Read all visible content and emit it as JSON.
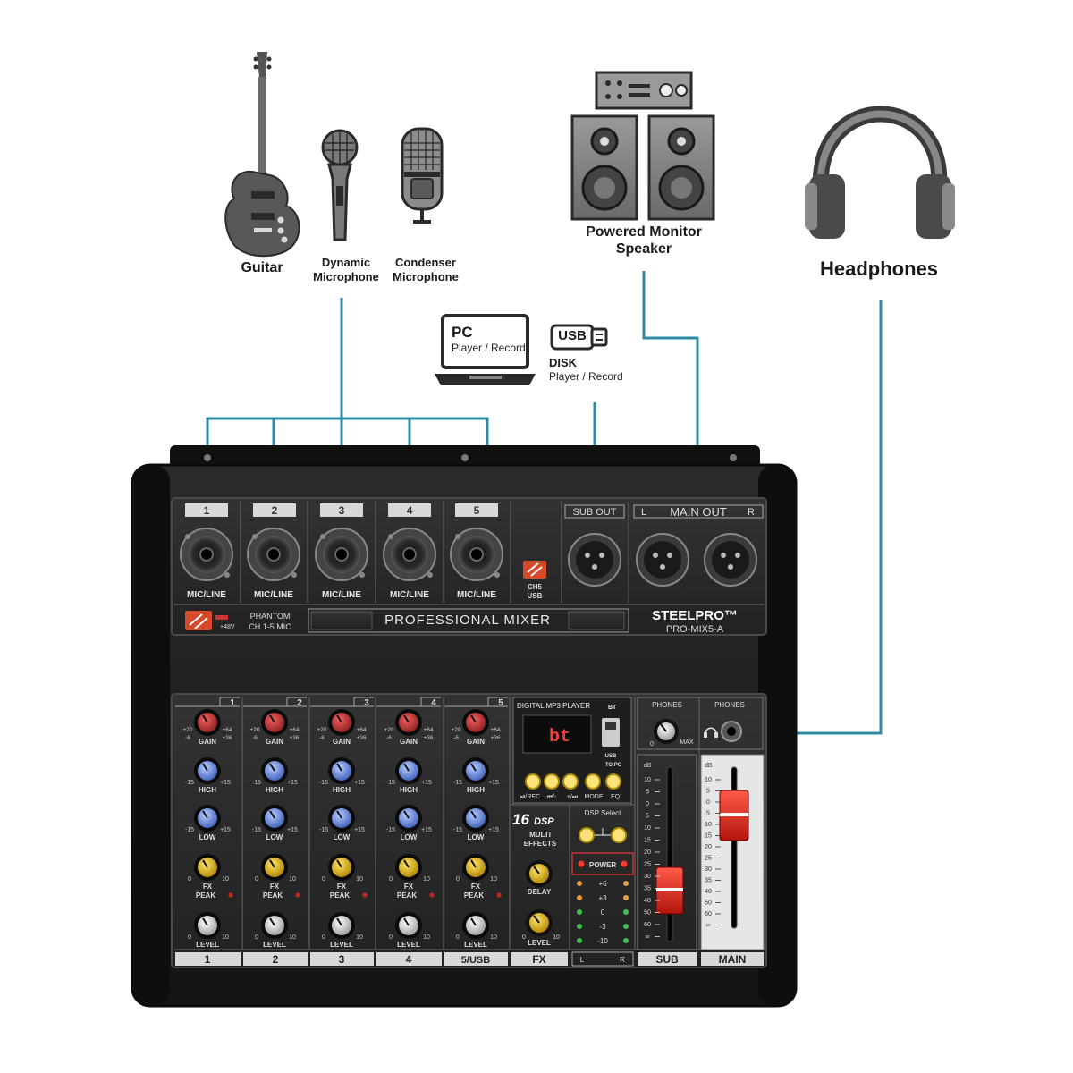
{
  "sources": {
    "guitar": "Guitar",
    "dynamic_mic": [
      "Dynamic",
      "Microphone"
    ],
    "condenser_mic": [
      "Condenser",
      "Microphone"
    ],
    "monitor_speaker": [
      "Powered Monitor",
      "Speaker"
    ],
    "headphones": "Headphones",
    "pc_title": "PC",
    "pc_sub": "Player / Record",
    "usb_badge": "USB",
    "disk_title": "DISK",
    "disk_sub": "Player / Record"
  },
  "colors": {
    "cable": "#2e8aa3",
    "chassis": "#1c1c1c",
    "panel": "#2a2a2a",
    "label_bar": "#d8d8d8",
    "gain_knob": "#c43a3a",
    "eq_knob": "#6a8fe0",
    "fx_knob": "#e3b400",
    "fader_cap": "#e0332a",
    "brand": "#ffffff"
  },
  "mixer": {
    "brand": "STEELPRO™",
    "model": "PRO-MIX5-A",
    "title": "PROFESSIONAL MIXER",
    "phantom": [
      "PHANTOM",
      "CH 1-5 MIC"
    ],
    "phantom_volt": "+48V",
    "ch5_usb": [
      "CH5",
      "USB"
    ],
    "sub_out": "SUB OUT",
    "main_out": "MAIN OUT",
    "main_l": "L",
    "main_r": "R",
    "input_label": "MIC/LINE",
    "channels": [
      "1",
      "2",
      "3",
      "4",
      "5"
    ],
    "strip": {
      "gain": "GAIN",
      "gain_ticks": [
        "+20",
        "+64",
        "-6",
        "+36"
      ],
      "high": "HIGH",
      "low": "LOW",
      "eq_ticks": [
        "-15",
        "+15"
      ],
      "fx": "FX",
      "fx_ticks": [
        "0",
        "10"
      ],
      "peak": "PEAK",
      "level": "LEVEL",
      "level_ticks": [
        "0",
        "10"
      ]
    },
    "bottom_labels": [
      "1",
      "2",
      "3",
      "4",
      "5/USB",
      "FX",
      "SUB",
      "MAIN"
    ],
    "mp3": {
      "title": "DIGITAL MP3 PLAYER",
      "bt": "BT",
      "display": "bt",
      "to_pc": "TO PC",
      "usb": "USB",
      "buttons": [
        "⏯/REC",
        "⏮/-",
        "+/⏭",
        "MODE",
        "EQ"
      ]
    },
    "dsp": {
      "count": "16",
      "dsp": "DSP",
      "label": [
        "MULTI",
        "EFFECTS"
      ],
      "select": "DSP Select",
      "delay": "DELAY",
      "fx_level": "LEVEL",
      "fx_ticks": [
        "0",
        "10"
      ]
    },
    "meter": {
      "power": "POWER",
      "rows": [
        "+6",
        "+3",
        "0",
        "-3",
        "-10"
      ],
      "l": "L",
      "r": "R"
    },
    "phones": {
      "label1": "PHONES",
      "label2": "PHONES",
      "max": "MAX",
      "min": "0"
    },
    "fader_scale": {
      "db": "dB",
      "marks": [
        "10",
        "5",
        "0",
        "5",
        "10",
        "15",
        "20",
        "25",
        "30",
        "35",
        "40",
        "50",
        "60",
        "∞"
      ]
    }
  }
}
